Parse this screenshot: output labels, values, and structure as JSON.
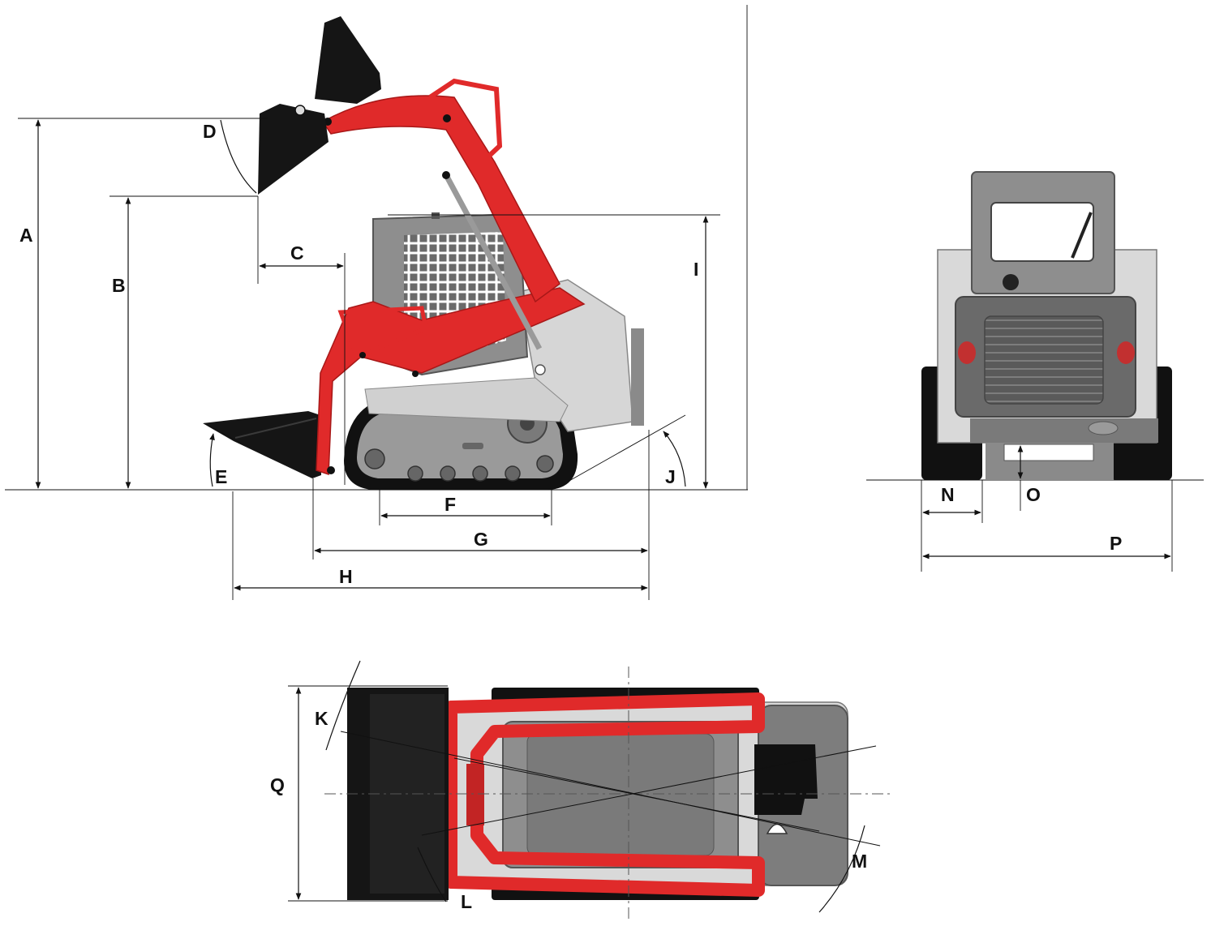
{
  "labels": {
    "A": "A",
    "B": "B",
    "C": "C",
    "D": "D",
    "E": "E",
    "F": "F",
    "G": "G",
    "H": "H",
    "I": "I",
    "J": "J",
    "K": "K",
    "L": "L",
    "M": "M",
    "N": "N",
    "O": "O",
    "P": "P",
    "Q": "Q"
  },
  "colors": {
    "arm": "#e02a2a",
    "arm_dark": "#a81818",
    "body_light": "#d6d6d6",
    "body_mid": "#9a9a9a",
    "body_dark": "#5e5e5e",
    "track": "#111111",
    "bucket": "#151515"
  }
}
